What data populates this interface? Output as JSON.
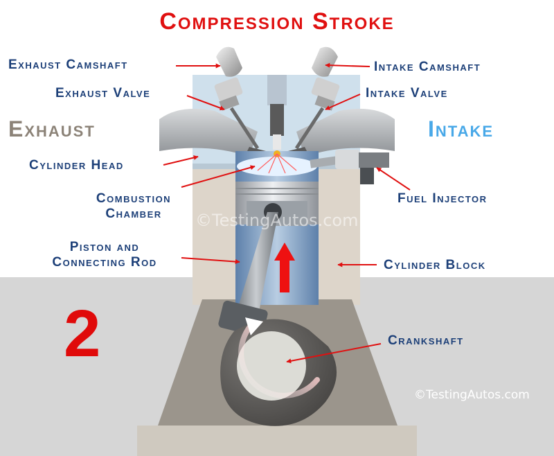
{
  "title": "Compression Stroke",
  "side_labels": {
    "exhaust": "Exhaust",
    "intake": "Intake"
  },
  "stroke_number": "2",
  "labels": {
    "exhaust_camshaft": "Exhaust Camshaft",
    "intake_camshaft": "Intake Camshaft",
    "exhaust_valve": "Exhaust Valve",
    "intake_valve": "Intake Valve",
    "cylinder_head": "Cylinder Head",
    "combustion_chamber": [
      "Combustion",
      "Chamber"
    ],
    "fuel_injector": "Fuel Injector",
    "piston_rod": [
      "Piston and",
      "Connecting Rod"
    ],
    "cylinder_block": "Cylinder Block",
    "crankshaft": "Crankshaft"
  },
  "watermarks": {
    "center": "©TestingAutos.com",
    "corner": "©TestingAutos.com"
  },
  "colors": {
    "title": "#e01010",
    "label_text": "#1c3f78",
    "exhaust_text": "#8c8378",
    "intake_text": "#48a8e8",
    "arrow": "#e01010",
    "block": "#ddd5ca",
    "head": "#cfe0ec",
    "cylinder": "#6e93bb"
  }
}
